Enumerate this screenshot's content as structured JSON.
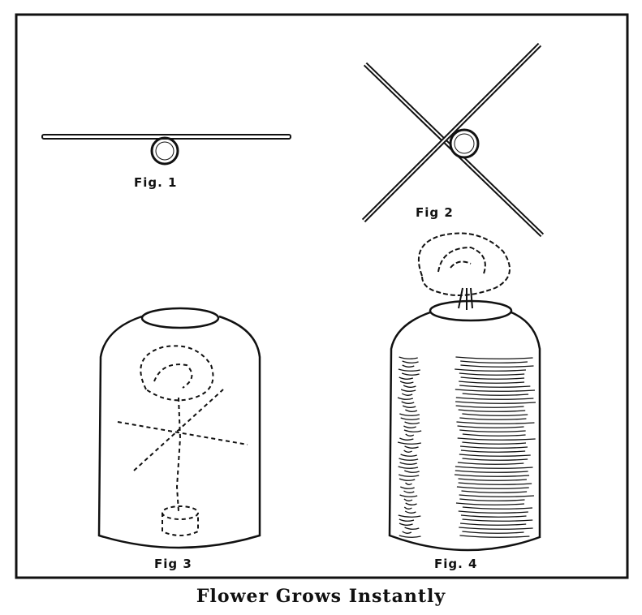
{
  "figures": [
    {
      "label": "Fig. 1"
    },
    {
      "label": "Fig 2"
    },
    {
      "label": "Fig 3"
    },
    {
      "label": "Fig. 4"
    }
  ],
  "caption": "Flower Grows Instantly"
}
